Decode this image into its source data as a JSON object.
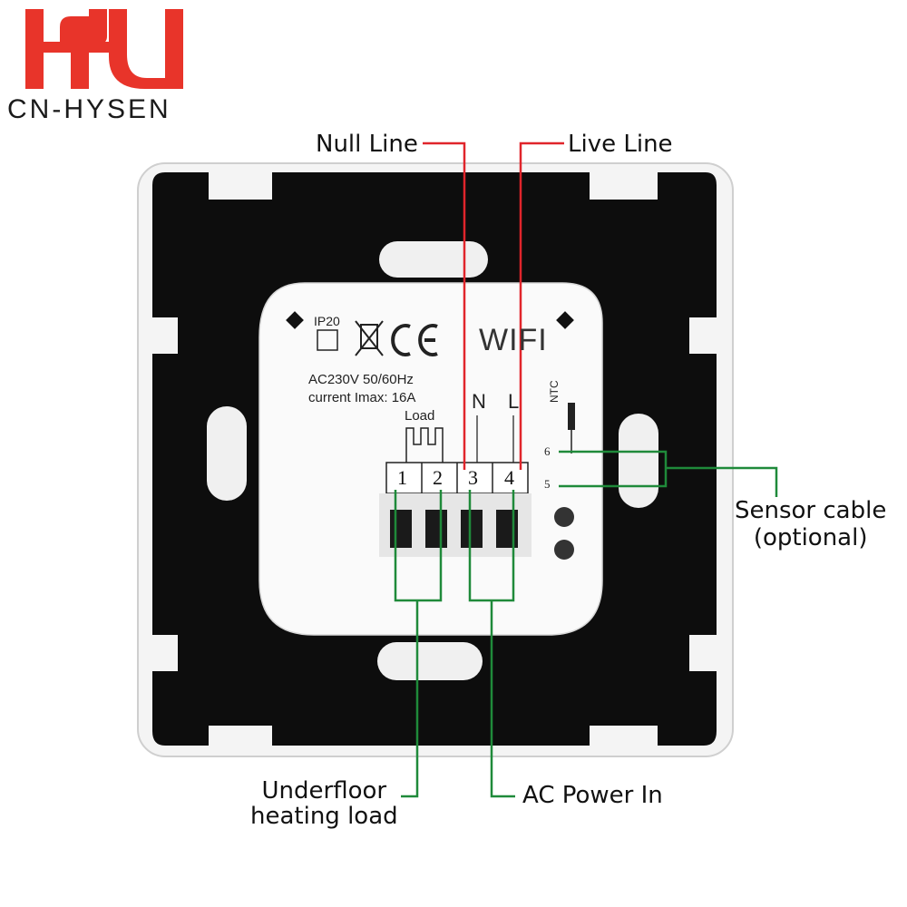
{
  "brand": {
    "name": "CN-HYSEN",
    "logo_color": "#e8342a"
  },
  "callouts": {
    "null_line": "Null Line",
    "live_line": "Live Line",
    "sensor_line1": "Sensor cable",
    "sensor_line2": "(optional)",
    "floor_line1": "Underfloor",
    "floor_line2": "heating load",
    "ac_power": "AC Power In"
  },
  "plate": {
    "ip_rating": "IP20",
    "ce_mark": "CE",
    "wifi": "WIFI",
    "voltage": "AC230V 50/60Hz",
    "current": "current Imax:  16A",
    "load": "Load",
    "neutral": "N",
    "live": "L",
    "ntc": "NTC",
    "sensor_6": "6",
    "sensor_5": "5"
  },
  "terminals": [
    "1",
    "2",
    "3",
    "4"
  ],
  "colors": {
    "red_leader": "#e0252b",
    "green_leader": "#1f8a3a",
    "frame": "#111111",
    "plate": "#ffffff"
  }
}
